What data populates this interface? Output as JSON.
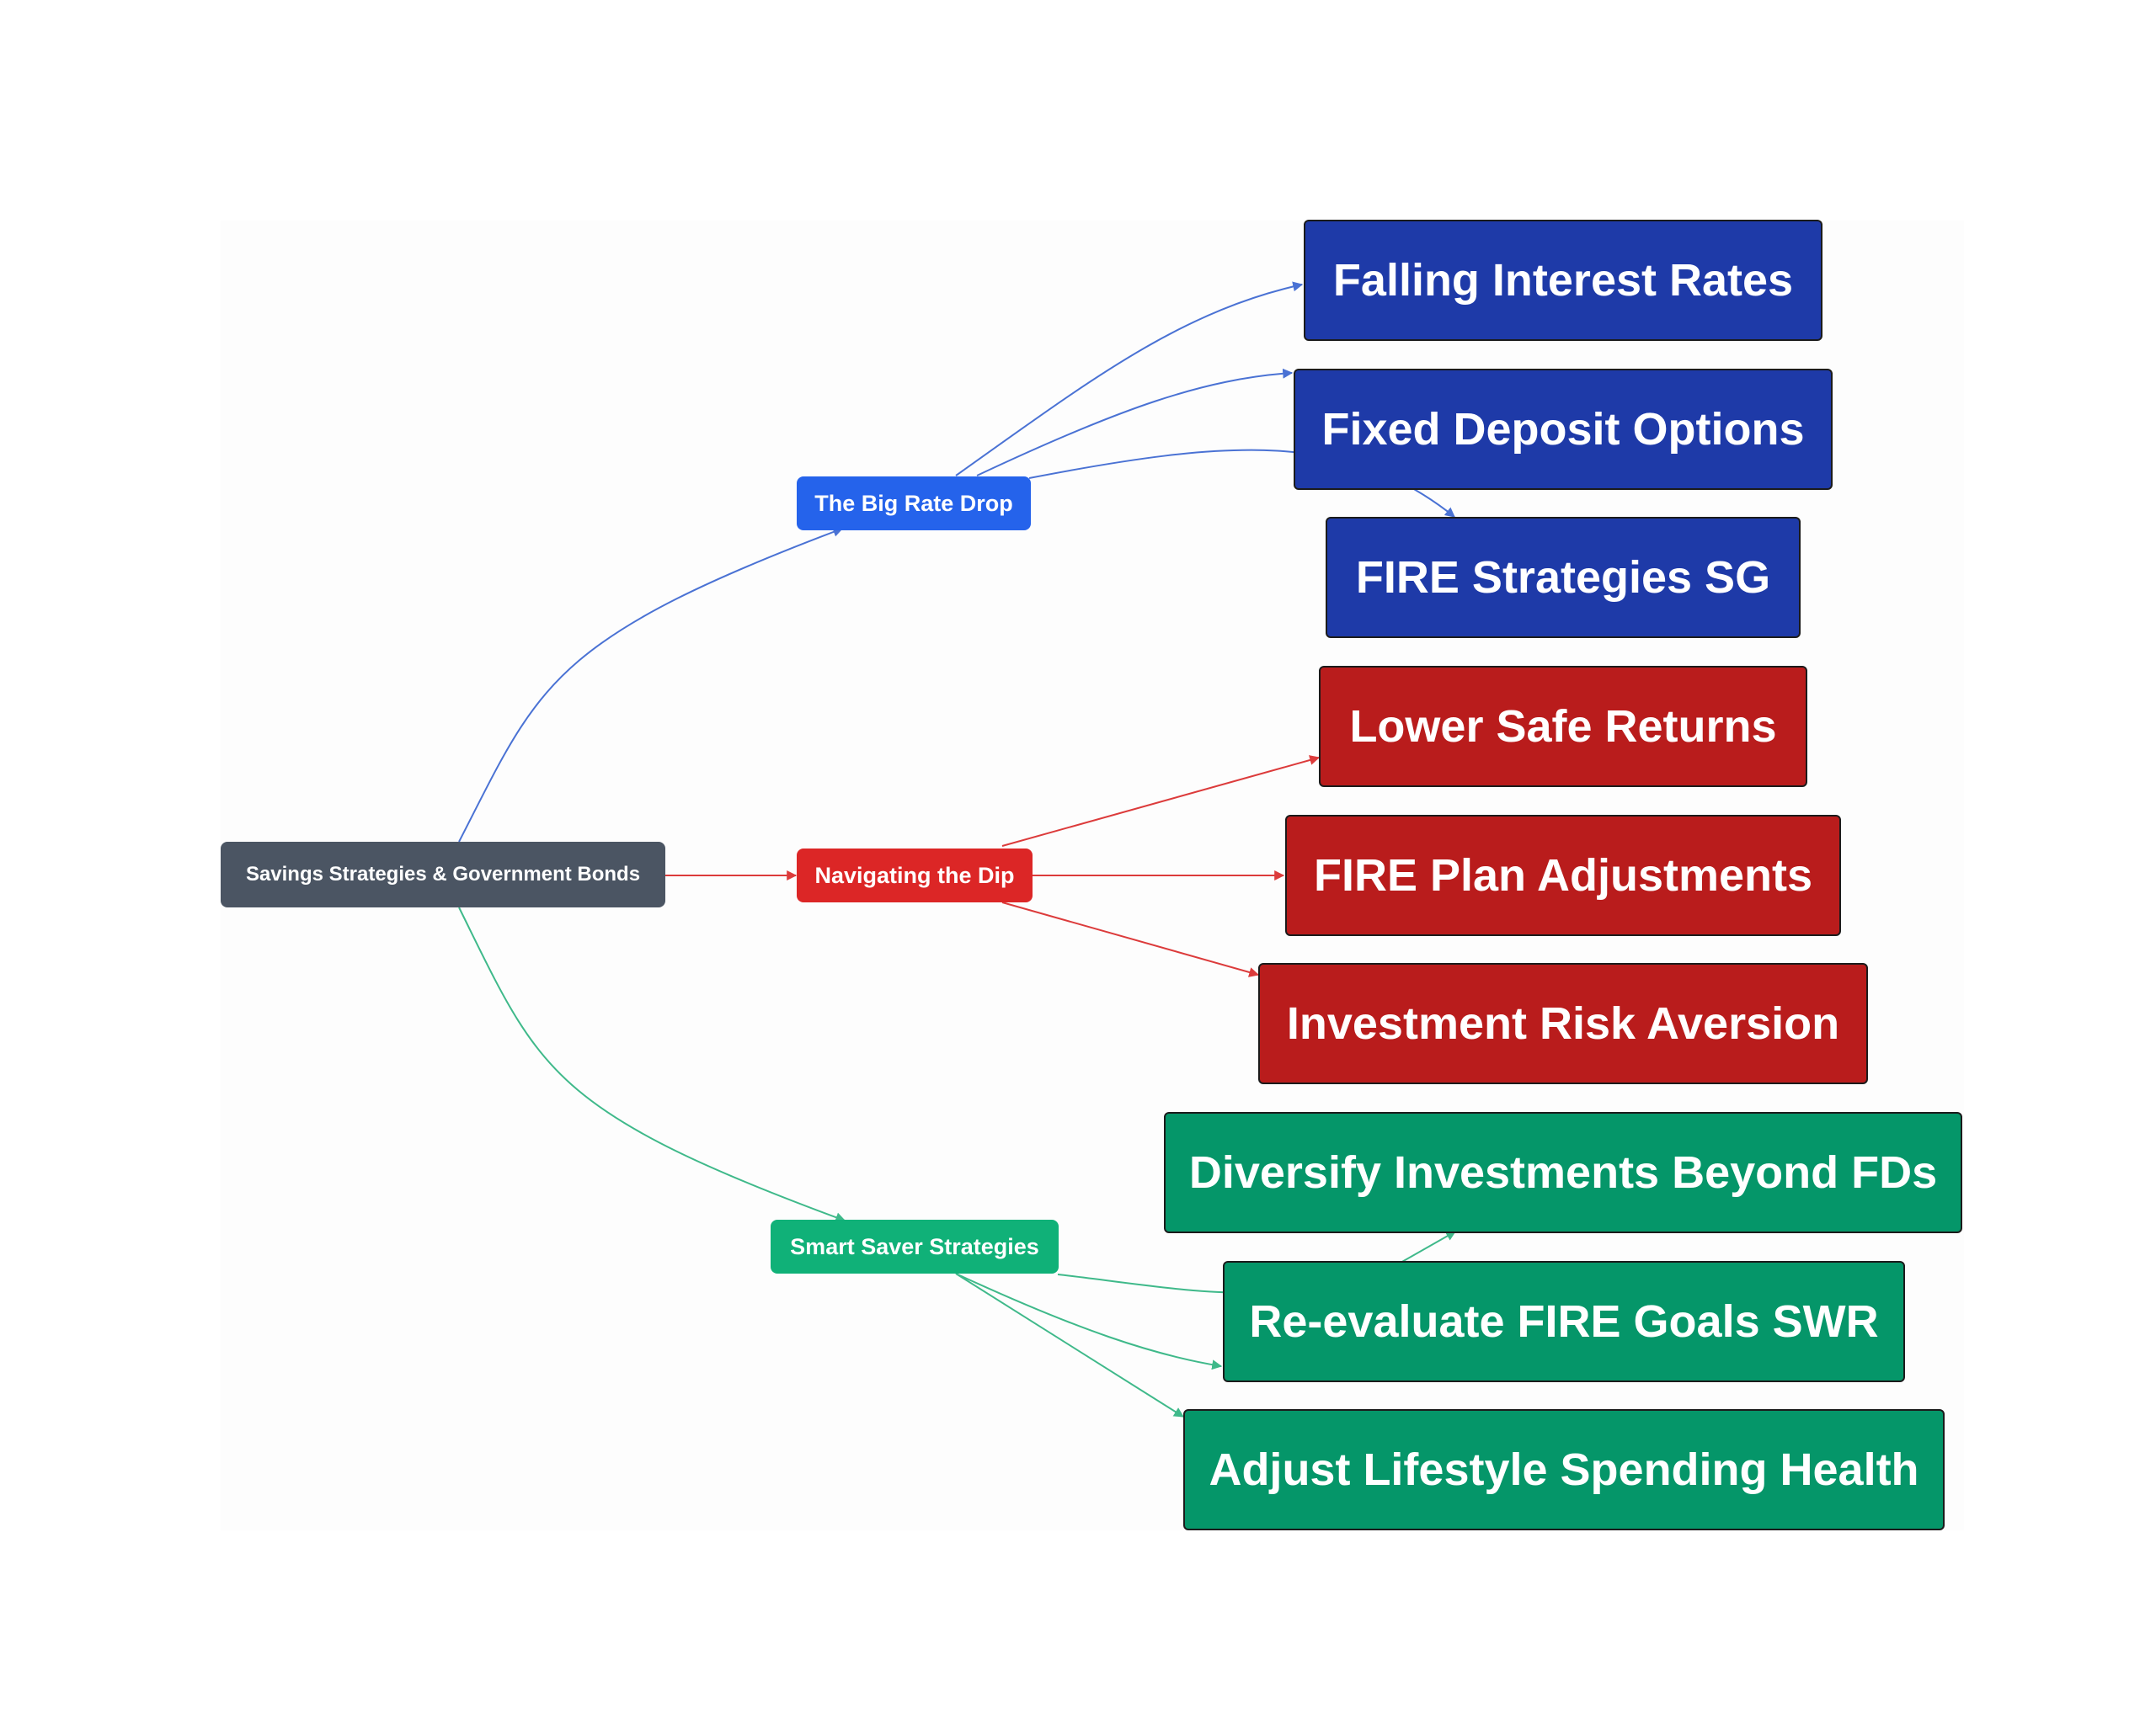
{
  "colors": {
    "root": "#4b5563",
    "blue_mid": "#2563eb",
    "blue_leaf": "#1e3aa8",
    "blue_edge": "#4a72d4",
    "red_mid": "#dc2626",
    "red_leaf": "#b91c1c",
    "red_edge": "#dc3b3b",
    "green_mid": "#10b178",
    "green_leaf": "#059669",
    "green_edge": "#3fb98a"
  },
  "root": {
    "label": "Savings Strategies & Government Bonds"
  },
  "branches": [
    {
      "label": "The Big Rate Drop",
      "children": [
        "Falling Interest Rates",
        "Fixed Deposit Options",
        "FIRE Strategies SG"
      ]
    },
    {
      "label": "Navigating the Dip",
      "children": [
        "Lower Safe Returns",
        "FIRE Plan Adjustments",
        "Investment Risk Aversion"
      ]
    },
    {
      "label": "Smart Saver Strategies",
      "children": [
        "Diversify Investments Beyond FDs",
        "Re-evaluate FIRE Goals SWR",
        "Adjust Lifestyle Spending Health"
      ]
    }
  ]
}
